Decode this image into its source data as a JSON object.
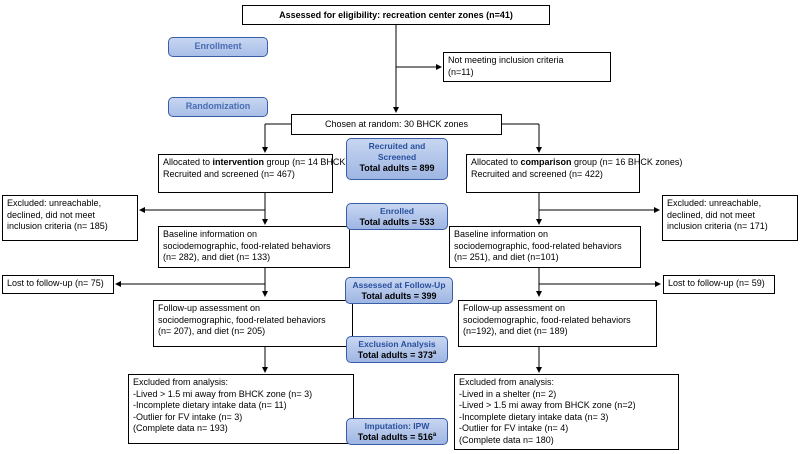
{
  "assessed": "Assessed for eligibility: recreation center zones (n=41)",
  "enrollment_label": "Enrollment",
  "randomization_label": "Randomization",
  "not_meeting": "Not meeting inclusion criteria\n(n=11)",
  "chosen": "Chosen at random: 30 BHCK zones",
  "intervention": {
    "alloc_prefix": "Allocated to ",
    "alloc_group": "intervention",
    "alloc_suffix": " group (n= 14 BHCK zones)",
    "recruited": "Recruited and screened (n= 467)",
    "excluded": "Excluded: unreachable,\ndeclined, did not meet\ninclusion criteria (n= 185)",
    "baseline": "Baseline information on\nsociodemographic, food-related behaviors\n(n= 282), and diet (n= 133)",
    "lost": "Lost to follow-up (n= 75)",
    "followup": "Follow-up assessment on\nsociodemographic, food-related behaviors\n(n= 207), and diet (n= 205)",
    "analysis_excluded": "Excluded from analysis:\n-Lived > 1.5 mi away from BHCK zone (n= 3)\n-Incomplete dietary intake data (n= 11)\n-Outlier for FV intake (n= 3)\n(Complete data n= 193)"
  },
  "comparison": {
    "alloc_prefix": "Allocated to ",
    "alloc_group": "comparison",
    "alloc_suffix": " group (n= 16 BHCK zones)",
    "recruited": "Recruited and screened (n= 422)",
    "excluded": "Excluded: unreachable,\ndeclined, did not meet\ninclusion criteria (n= 171)",
    "baseline": "Baseline information on\nsociodemographic, food-related behaviors\n(n= 251), and diet (n=101)",
    "lost": "Lost to follow-up (n= 59)",
    "followup": "Follow-up assessment on\nsociodemographic, food-related behaviors\n(n=192), and diet (n= 189)",
    "analysis_excluded": "Excluded from analysis:\n-Lived in a shelter (n= 2)\n-Lived > 1.5 mi away from BHCK zone (n=2)\n-Incomplete dietary intake data (n= 3)\n-Outlier for FV intake (n= 4)\n(Complete data n= 180)"
  },
  "stages": {
    "recruited_title": "Recruited and\nScreened",
    "recruited_total": "Total adults = 899",
    "enrolled_title": "Enrolled",
    "enrolled_total": "Total adults = 533",
    "followup_title": "Assessed at Follow-Up",
    "followup_total": "Total adults = 399",
    "exclusion_title": "Exclusion Analysis",
    "exclusion_total": "Total adults = 373",
    "exclusion_sup": "a",
    "imputation_title": "Imputation: IPW",
    "imputation_total": "Total adults = 516",
    "imputation_sup": "a"
  }
}
